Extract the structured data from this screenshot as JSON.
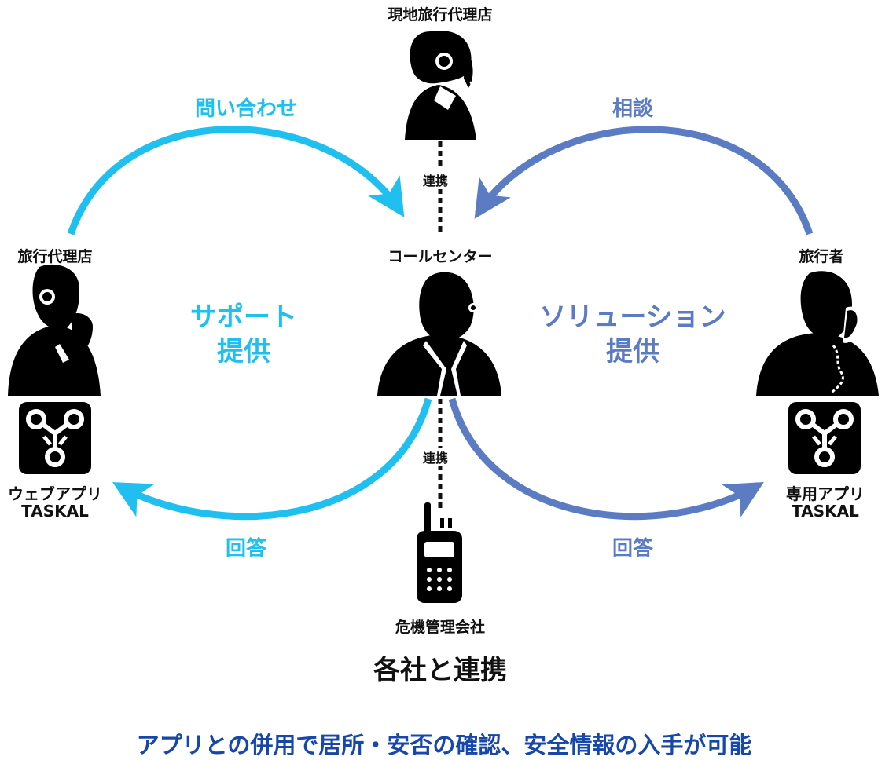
{
  "nodes": {
    "local_agency": "現地旅行代理店",
    "agency": "旅行代理店",
    "call_center": "コールセンター",
    "traveler": "旅行者",
    "crisis_company": "危機管理会社"
  },
  "links": {
    "top": "連携",
    "bottom": "連携"
  },
  "arrows": {
    "inquiry": "問い合わせ",
    "consult": "相談",
    "answer_left": "回答",
    "answer_right": "回答"
  },
  "center_labels": {
    "support_l1": "サポート",
    "support_l2": "提供",
    "solution_l1": "ソリューション",
    "solution_l2": "提供"
  },
  "apps": {
    "web_l1": "ウェブアプリ",
    "web_l2": "TASKAL",
    "dedicated_l1": "専用アプリ",
    "dedicated_l2": "TASKAL"
  },
  "summary": "各社と連携",
  "footer": "アプリとの併用で居所・安否の確認、安全情報の入手が可能",
  "colors": {
    "cyan": "#1fc0ef",
    "blue": "#5b7cc3",
    "footer": "#1747a8",
    "silhouette": "#000000"
  }
}
